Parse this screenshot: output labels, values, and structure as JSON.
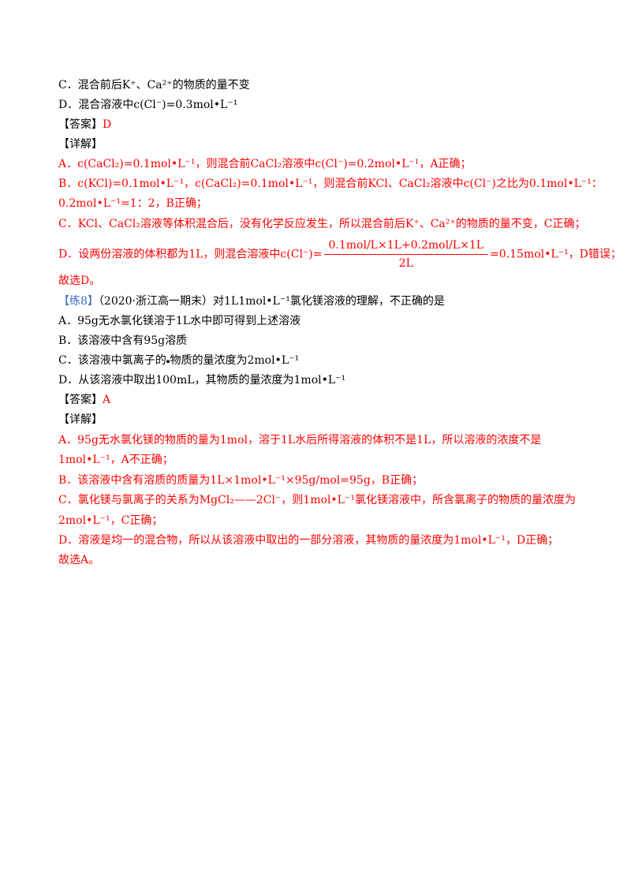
{
  "prev_question": {
    "option_c": "C．混合前后K⁺、Ca²⁺的物质的量不变",
    "option_d": "D．混合溶液中c(Cl⁻)=0.3mol•L⁻¹"
  },
  "prev_answer": {
    "answer_label": "【答案】",
    "answer_value": "D",
    "detail_label": "【详解】",
    "a": "A．c(CaCl₂)=0.1mol•L⁻¹，则混合前CaCl₂溶液中c(Cl⁻)=0.2mol•L⁻¹，A正确；",
    "b_1": "B．c(KCl)=0.1mol•L⁻¹，c(CaCl₂)=0.1mol•L⁻¹，则混合前KCl、CaCl₂溶液中c(Cl⁻)之比为0.1mol•L⁻¹：",
    "b_2": "0.2mol•L⁻¹=1：2，B正确；",
    "c": "C．KCl、CaCl₂溶液等体积混合后，没有化学反应发生，所以混合前后K⁺、Ca²⁺的物质的量不变，C正确；",
    "d_prefix": "D．设两份溶液的体积都为1L，则混合溶液中c(Cl⁻)=",
    "d_numerator": "0.1mol/L×1L+0.2mol/L×1L",
    "d_denominator": "2L",
    "d_suffix": "=0.15mol•L⁻¹，D错误；",
    "conclusion": "故选D。"
  },
  "question": {
    "tag": "【练8】",
    "stem": "（2020·浙江高一期末）对1L1mol•L⁻¹氯化镁溶液的理解，不正确的是",
    "option_a": "A．95g无水氯化镁溶于1L水中即可得到上述溶液",
    "option_b": "B．该溶液中含有95g溶质",
    "option_c_1": "C．该溶液中氯离子的",
    "option_c_2": "物质的量浓度为2mol•L⁻¹",
    "option_d": "D．从该溶液中取出100mL，其物质的量浓度为1mol•L⁻¹"
  },
  "answer": {
    "answer_label": "【答案】",
    "answer_value": "A",
    "detail_label": "【详解】",
    "a_1": "A．95g无水氯化镁的物质的量为1mol，溶于1L水后所得溶液的体积不是1L，所以溶液的浓度不是",
    "a_2": "1mol•L⁻¹，A不正确；",
    "b": "B．该溶液中含有溶质的质量为1L×1mol•L⁻¹×95g/mol=95g，B正确；",
    "c_1": "C．氯化镁与氯离子的关系为MgCl₂——2Cl⁻，则1mol•L⁻¹氯化镁溶液中，所含氯离子的物质的量浓度为",
    "c_2": "2mol•L⁻¹，C正确；",
    "d": "D．溶液是均一的混合物，所以从该溶液中取出的一部分溶液，其物质的量浓度为1mol•L⁻¹，D正确；",
    "conclusion": "故选A。"
  },
  "colors": {
    "text": "#000000",
    "answer": "#ff0000",
    "tag": "#3a66c4"
  }
}
